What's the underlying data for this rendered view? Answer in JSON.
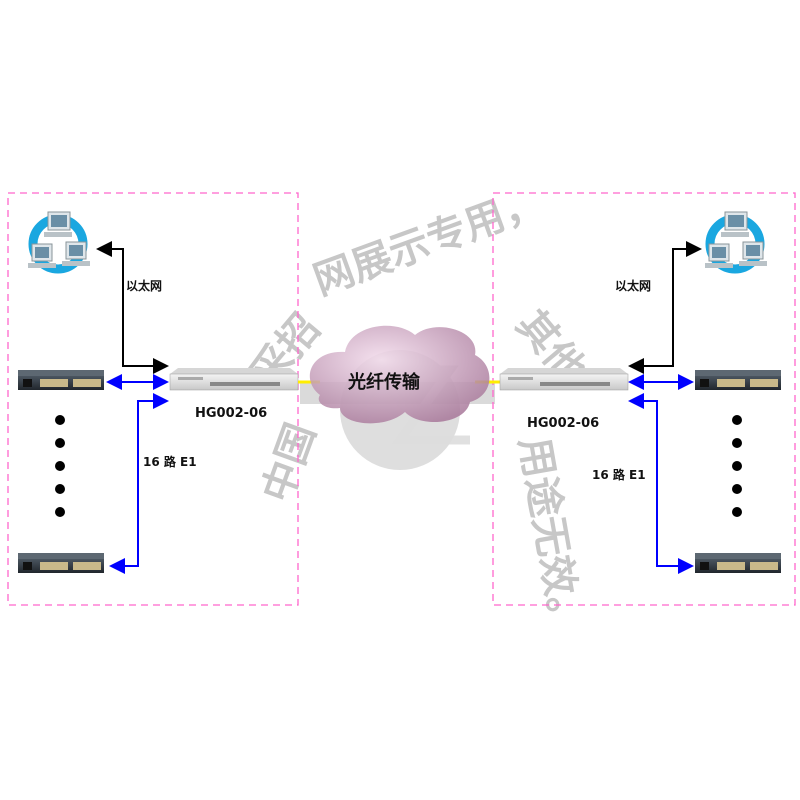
{
  "left_site": {
    "ethernet_label": "以太网",
    "e1_label": "16 路 E1",
    "device_model": "HG002-06"
  },
  "right_site": {
    "ethernet_label": "以太网",
    "e1_label": "16 路 E1",
    "device_model": "HG002-06"
  },
  "cloud": {
    "label": "光纤传输"
  },
  "watermark": {
    "text": "中国采招网展示专用，其他用途无效。"
  },
  "colors": {
    "boundary": "#ff66cc",
    "e1_link": "#0000ff",
    "fiber": "#ffee00",
    "ethernet_link": "#000000"
  }
}
